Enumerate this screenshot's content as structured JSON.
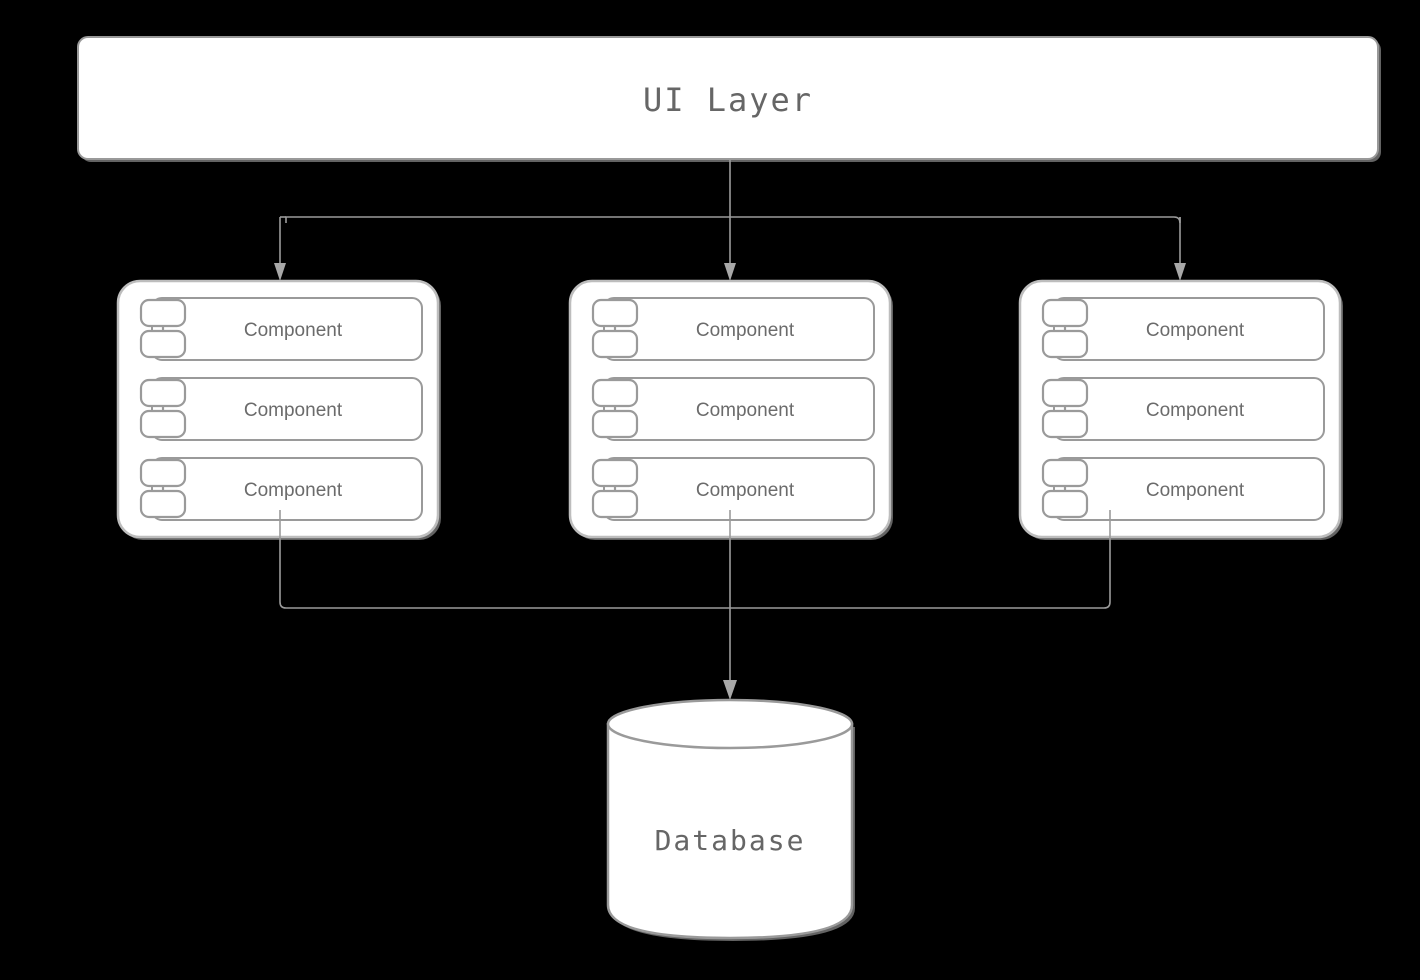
{
  "diagram": {
    "title": "UI Layer",
    "background_color": "#000000",
    "node_fill": "#ffffff",
    "stroke_color": "#9a9a9a",
    "text_color": "#666666",
    "ui_layer": {
      "label": "UI Layer",
      "shape": "rounded-rectangle"
    },
    "groups": [
      {
        "name": "component-group-left",
        "components": [
          {
            "label": "Component"
          },
          {
            "label": "Component"
          },
          {
            "label": "Component"
          }
        ]
      },
      {
        "name": "component-group-center",
        "components": [
          {
            "label": "Component"
          },
          {
            "label": "Component"
          },
          {
            "label": "Component"
          }
        ]
      },
      {
        "name": "component-group-right",
        "components": [
          {
            "label": "Component"
          },
          {
            "label": "Component"
          },
          {
            "label": "Component"
          }
        ]
      }
    ],
    "database": {
      "label": "Database",
      "shape": "cylinder"
    },
    "edges": [
      {
        "from": "UI Layer",
        "to": "component-group-left",
        "arrow": true
      },
      {
        "from": "UI Layer",
        "to": "component-group-center",
        "arrow": true
      },
      {
        "from": "UI Layer",
        "to": "component-group-right",
        "arrow": true
      },
      {
        "from": "component-group-left",
        "to": "Database",
        "arrow": true
      },
      {
        "from": "component-group-center",
        "to": "Database",
        "arrow": true
      },
      {
        "from": "component-group-right",
        "to": "Database",
        "arrow": true
      }
    ]
  }
}
